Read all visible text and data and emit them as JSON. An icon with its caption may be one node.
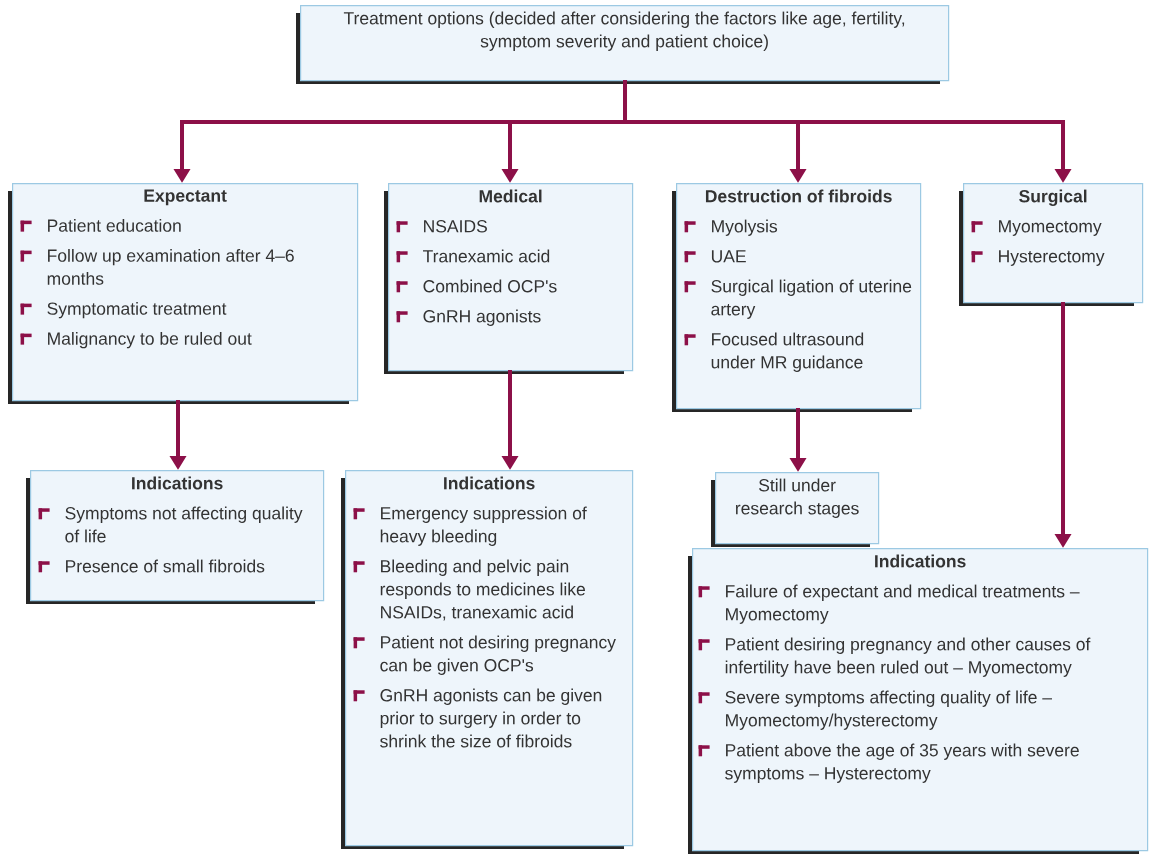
{
  "diagram": {
    "nodes": [
      {
        "text": [
          "Treatment options (decided after considering the factors like age, fertility, symptom severity and patient choice)"
        ]
      },
      {
        "text": [
          "Expectant",
          "Patient education",
          "Follow up examination after 4–6 months",
          "Symptomatic treatment",
          "Malignancy to be ruled out"
        ]
      },
      {
        "text": [
          "Medical",
          "NSAIDS",
          "Tranexamic acid",
          "Combined OCP's",
          "GnRH agonists"
        ]
      },
      {
        "text": [
          "Destruction of fibroids",
          "Myolysis",
          "UAE",
          "Surgical ligation of uterine artery",
          "Focused ultrasound under MR guidance"
        ]
      },
      {
        "text": [
          "Surgical",
          "Myomectomy",
          "Hysterectomy"
        ]
      },
      {
        "text": [
          "Indications",
          "Symptoms not affecting quality of life",
          "Presence of small fibroids"
        ]
      },
      {
        "text": [
          "Indications",
          "Emergency suppression of heavy bleeding",
          "Bleeding and pelvic pain responds to medicines like NSAIDs, tranexamic acid",
          "Patient not desiring pregnancy can be given OCP's",
          "GnRH agonists can be given prior to surgery in order to shrink the size of fibroids"
        ]
      },
      {
        "text": [
          "Still under research stages"
        ]
      },
      {
        "text": [
          "Indications",
          "Failure of expectant and medical treatments – Myomectomy",
          "Patient desiring pregnancy and other causes of infertility have been ruled out – Myomectomy",
          "Severe symptoms affecting quality of life – Myomectomy/hysterectomy",
          "Patient above the age of 35 years with severe symptoms – Hysterectomy"
        ]
      }
    ],
    "edges": [
      {
        "from": 0,
        "to": 1,
        "arrow": "to"
      },
      {
        "from": 0,
        "to": 2,
        "arrow": "to"
      },
      {
        "from": 0,
        "to": 3,
        "arrow": "to"
      },
      {
        "from": 0,
        "to": 4,
        "arrow": "to"
      },
      {
        "from": 1,
        "to": 5,
        "arrow": "to"
      },
      {
        "from": 2,
        "to": 6,
        "arrow": "to"
      },
      {
        "from": 3,
        "to": 7,
        "arrow": "to"
      },
      {
        "from": 4,
        "to": 8,
        "arrow": "to"
      }
    ]
  }
}
